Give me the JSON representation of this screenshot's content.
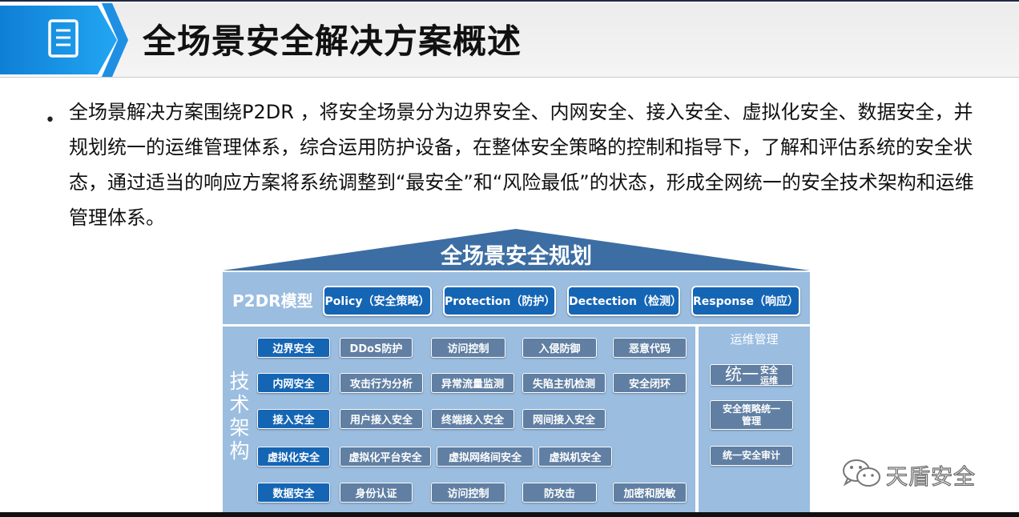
{
  "header": {
    "title": "全场景安全解决方案概述",
    "icon": "document-list-icon",
    "accent_color": "#1a8fe3"
  },
  "intro": {
    "bullet": "•",
    "text": "全场景解决方案围绕P2DR ，将安全场景分为边界安全、内网安全、接入安全、虚拟化安全、数据安全，并规划统一的运维管理体系，综合运用防护设备，在整体安全策略的控制和指导下，了解和评估系统的安全状态，通过适当的响应方案将系统调整到“最安全”和“风险最低”的状态，形成全网统一的安全技术架构和运维管理体系。"
  },
  "diagram": {
    "roof_title": "全场景安全规划",
    "p2dr": {
      "label": "P2DR模型",
      "items": [
        "Policy（安全策略）",
        "Protection（防护）",
        "Dectection（检测）",
        "Response（响应）"
      ]
    },
    "tech": {
      "label": [
        "技",
        "术",
        "架",
        "构"
      ],
      "rows": [
        {
          "head": "边界安全",
          "cells": [
            "DDoS防护",
            "访问控制",
            "入侵防御",
            "恶意代码"
          ]
        },
        {
          "head": "内网安全",
          "cells": [
            "攻击行为分析",
            "异常流量监测",
            "失陷主机检测",
            "安全闭环"
          ]
        },
        {
          "head": "接入安全",
          "cells": [
            "用户接入安全",
            "终端接入安全",
            "网间接入安全"
          ]
        },
        {
          "head": "虚拟化安全",
          "cells": [
            "虚拟化平台安全",
            "虚拟网络间安全",
            "虚拟机安全"
          ]
        },
        {
          "head": "数据安全",
          "cells": [
            "身份认证",
            "访问控制",
            "防攻击",
            "加密和脱敏"
          ]
        }
      ]
    },
    "ops": {
      "title": "运维管理",
      "item1_big": "统一",
      "item1_small_a": "安全",
      "item1_small_b": "运维",
      "item2_line1": "安全策略统一",
      "item2_line2": "管理",
      "item3": "统一安全审计"
    },
    "colors": {
      "panel": "#9bbde0",
      "roof": "#3d6ea3",
      "primary_button": "#1565b5",
      "cell": "#607fa3"
    }
  },
  "watermark": {
    "text": "天盾安全",
    "icon": "wechat-icon"
  }
}
